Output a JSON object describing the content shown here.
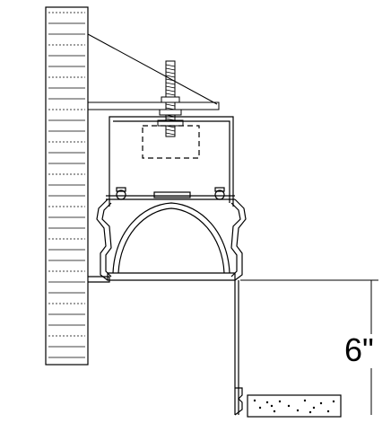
{
  "dimension": {
    "label": "6\""
  },
  "colors": {
    "stroke": "#000000",
    "background": "#ffffff"
  },
  "icons": {
    "light_fixture": "recessed-linear-light-section",
    "anchor": "threaded-rod-hanger-icon",
    "wall": "wood-wall-framing"
  }
}
